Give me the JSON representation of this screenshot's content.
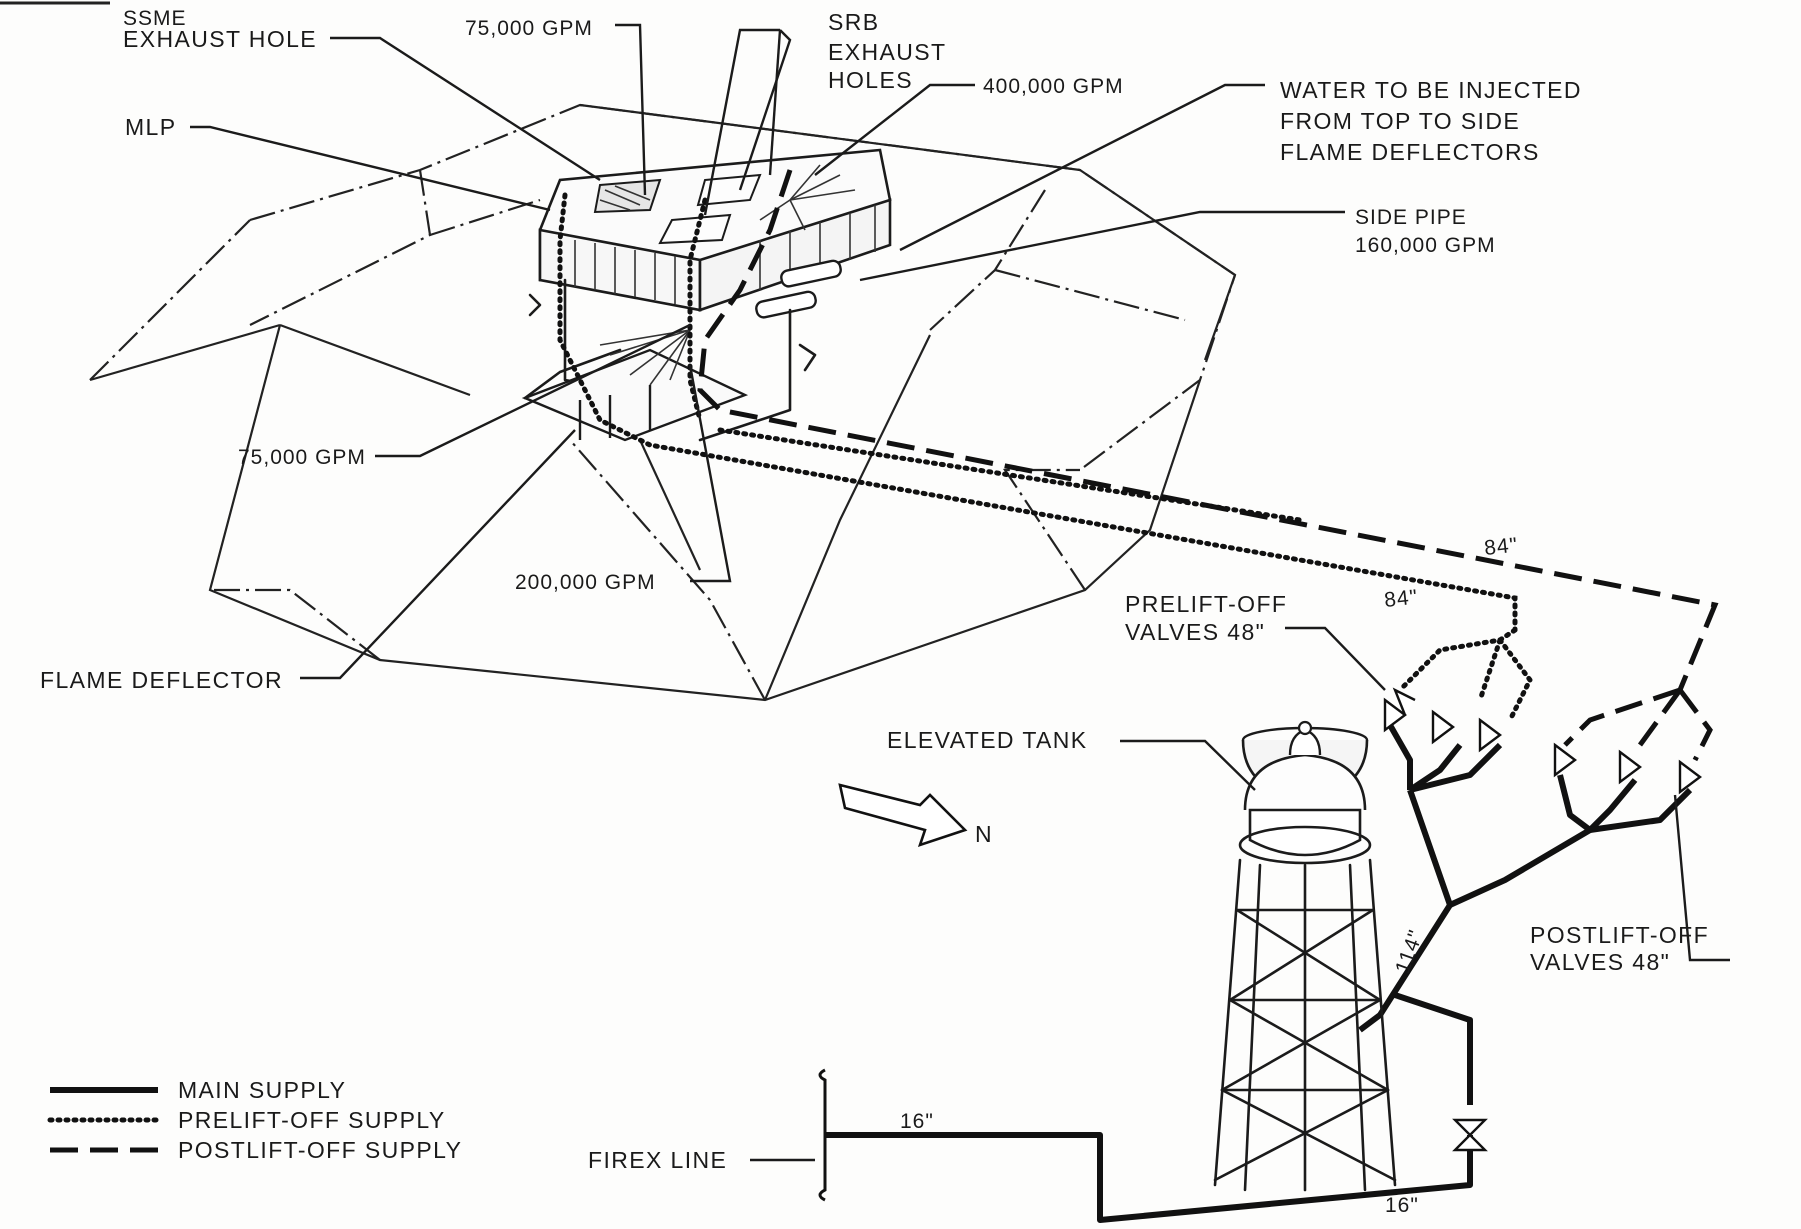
{
  "labels": {
    "ssme_line1": "SSME",
    "ssme_line2": "EXHAUST HOLE",
    "gpm_75k_top": "75,000 GPM",
    "srb_line1": "SRB",
    "srb_line2": "EXHAUST",
    "srb_line3": "HOLES",
    "gpm_400k": "400,000 GPM",
    "water_line1": "WATER TO BE INJECTED",
    "water_line2": "FROM TOP TO SIDE",
    "water_line3": "FLAME DEFLECTORS",
    "mlp": "MLP",
    "side_pipe_line1": "SIDE PIPE",
    "side_pipe_line2": "160,000 GPM",
    "gpm_75k_bottom": "75,000 GPM",
    "gpm_200k": "200,000 GPM",
    "flame_deflector": "FLAME DEFLECTOR",
    "prelift_line1": "PRELIFT-OFF",
    "prelift_line2": "VALVES 48\"",
    "pipe_84_upper": "84\"",
    "pipe_84_lower": "84\"",
    "elevated_tank": "ELEVATED TANK",
    "north": "N",
    "pipe_114": "114\"",
    "postlift_line1": "POSTLIFT-OFF",
    "postlift_line2": "VALVES 48\"",
    "firex_line": "FIREX LINE",
    "pipe_16_upper": "16\"",
    "pipe_16_lower": "16\""
  },
  "legend": {
    "items": [
      {
        "label": "MAIN SUPPLY",
        "style": "solid"
      },
      {
        "label": "PRELIFT-OFF SUPPLY",
        "style": "dotted"
      },
      {
        "label": "POSTLIFT-OFF SUPPLY",
        "style": "dashed"
      }
    ]
  },
  "colors": {
    "ink": "#1b1b1b",
    "paper": "#fdfdfc"
  }
}
